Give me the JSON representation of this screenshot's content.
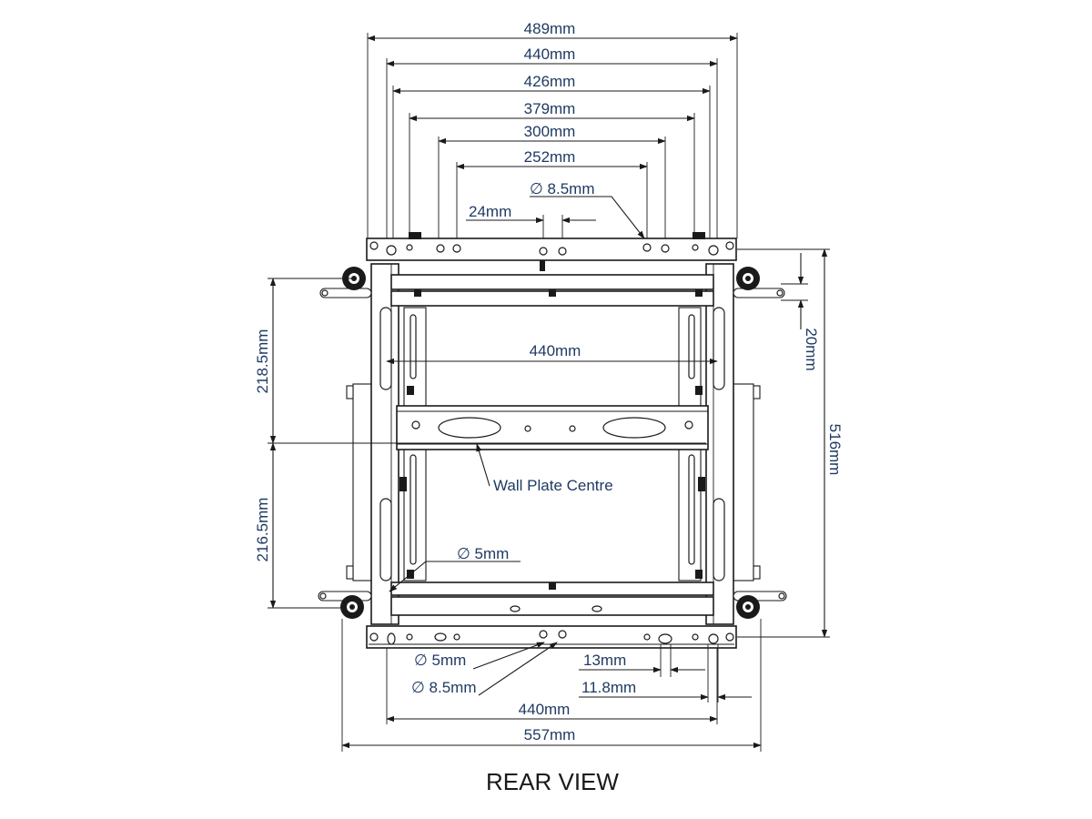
{
  "diagram": {
    "title": "REAR VIEW",
    "dimensions": {
      "top_489": "489mm",
      "top_440": "440mm",
      "top_426": "426mm",
      "top_379": "379mm",
      "top_300": "300mm",
      "top_252": "252mm",
      "hole_dia_top": "∅ 8.5mm",
      "spacing_24": "24mm",
      "center_440": "440mm",
      "left_upper": "218.5mm",
      "left_lower": "216.5mm",
      "right_20": "20mm",
      "right_516": "516mm",
      "wall_plate_centre": "Wall Plate Centre",
      "hole_5_upper": "∅ 5mm",
      "hole_5_lower": "∅ 5mm",
      "hole_85_lower": "∅ 8.5mm",
      "dim_13": "13mm",
      "dim_11_8": "11.8mm",
      "bottom_440": "440mm",
      "bottom_557": "557mm"
    }
  }
}
